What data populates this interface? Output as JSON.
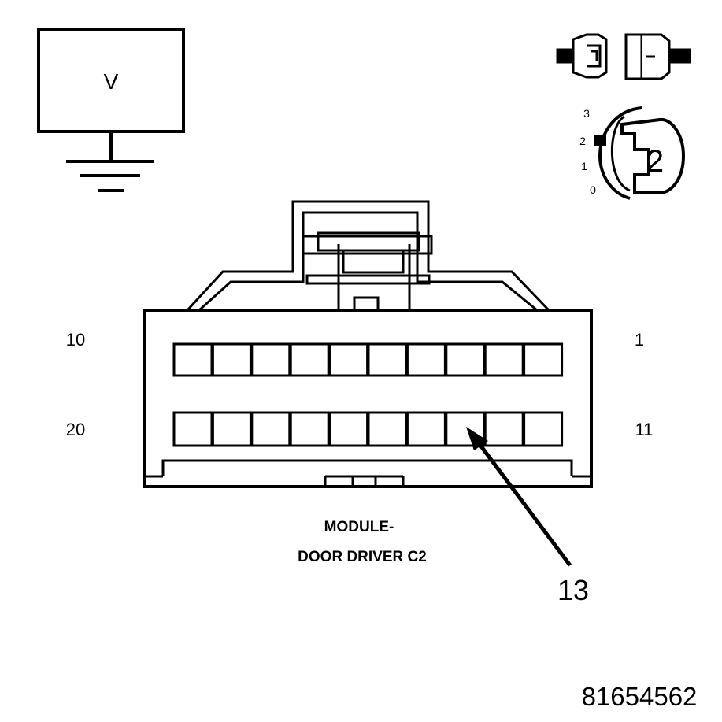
{
  "meter": {
    "label": "V"
  },
  "ignition": {
    "positions": [
      "3",
      "2",
      "1",
      "0"
    ],
    "selected": "2"
  },
  "connector": {
    "pin_labels": {
      "top_left": "10",
      "top_right": "1",
      "bottom_left": "20",
      "bottom_right": "11"
    },
    "top_row_pins": 10,
    "bottom_row_pins": 10,
    "title_line1": "MODULE-",
    "title_line2": "DOOR DRIVER C2"
  },
  "callout": {
    "pin": "13"
  },
  "figure_id": "81654562",
  "colors": {
    "ink": "#000000",
    "paper": "#ffffff"
  }
}
